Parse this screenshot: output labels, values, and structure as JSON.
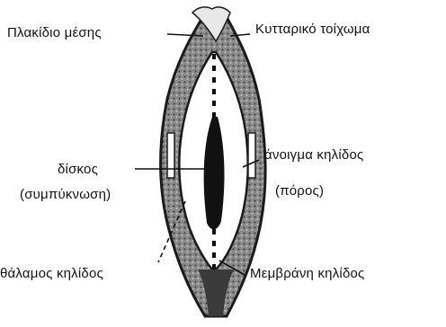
{
  "diagram": {
    "labels": {
      "middle_lamella": "Πλακίδιο μέσης",
      "cell_wall": "Κυτταρικό τοίχωμα",
      "torus": "δίσκος",
      "torus_note": "(συμπύκνωση)",
      "pit_aperture": "άνοιγμα κηλίδος",
      "pit_aperture_note": "(πόρος)",
      "pit_chamber": "θάλαμος κηλίδος",
      "pit_membrane": "Μεμβράνη κηλίδος"
    }
  }
}
